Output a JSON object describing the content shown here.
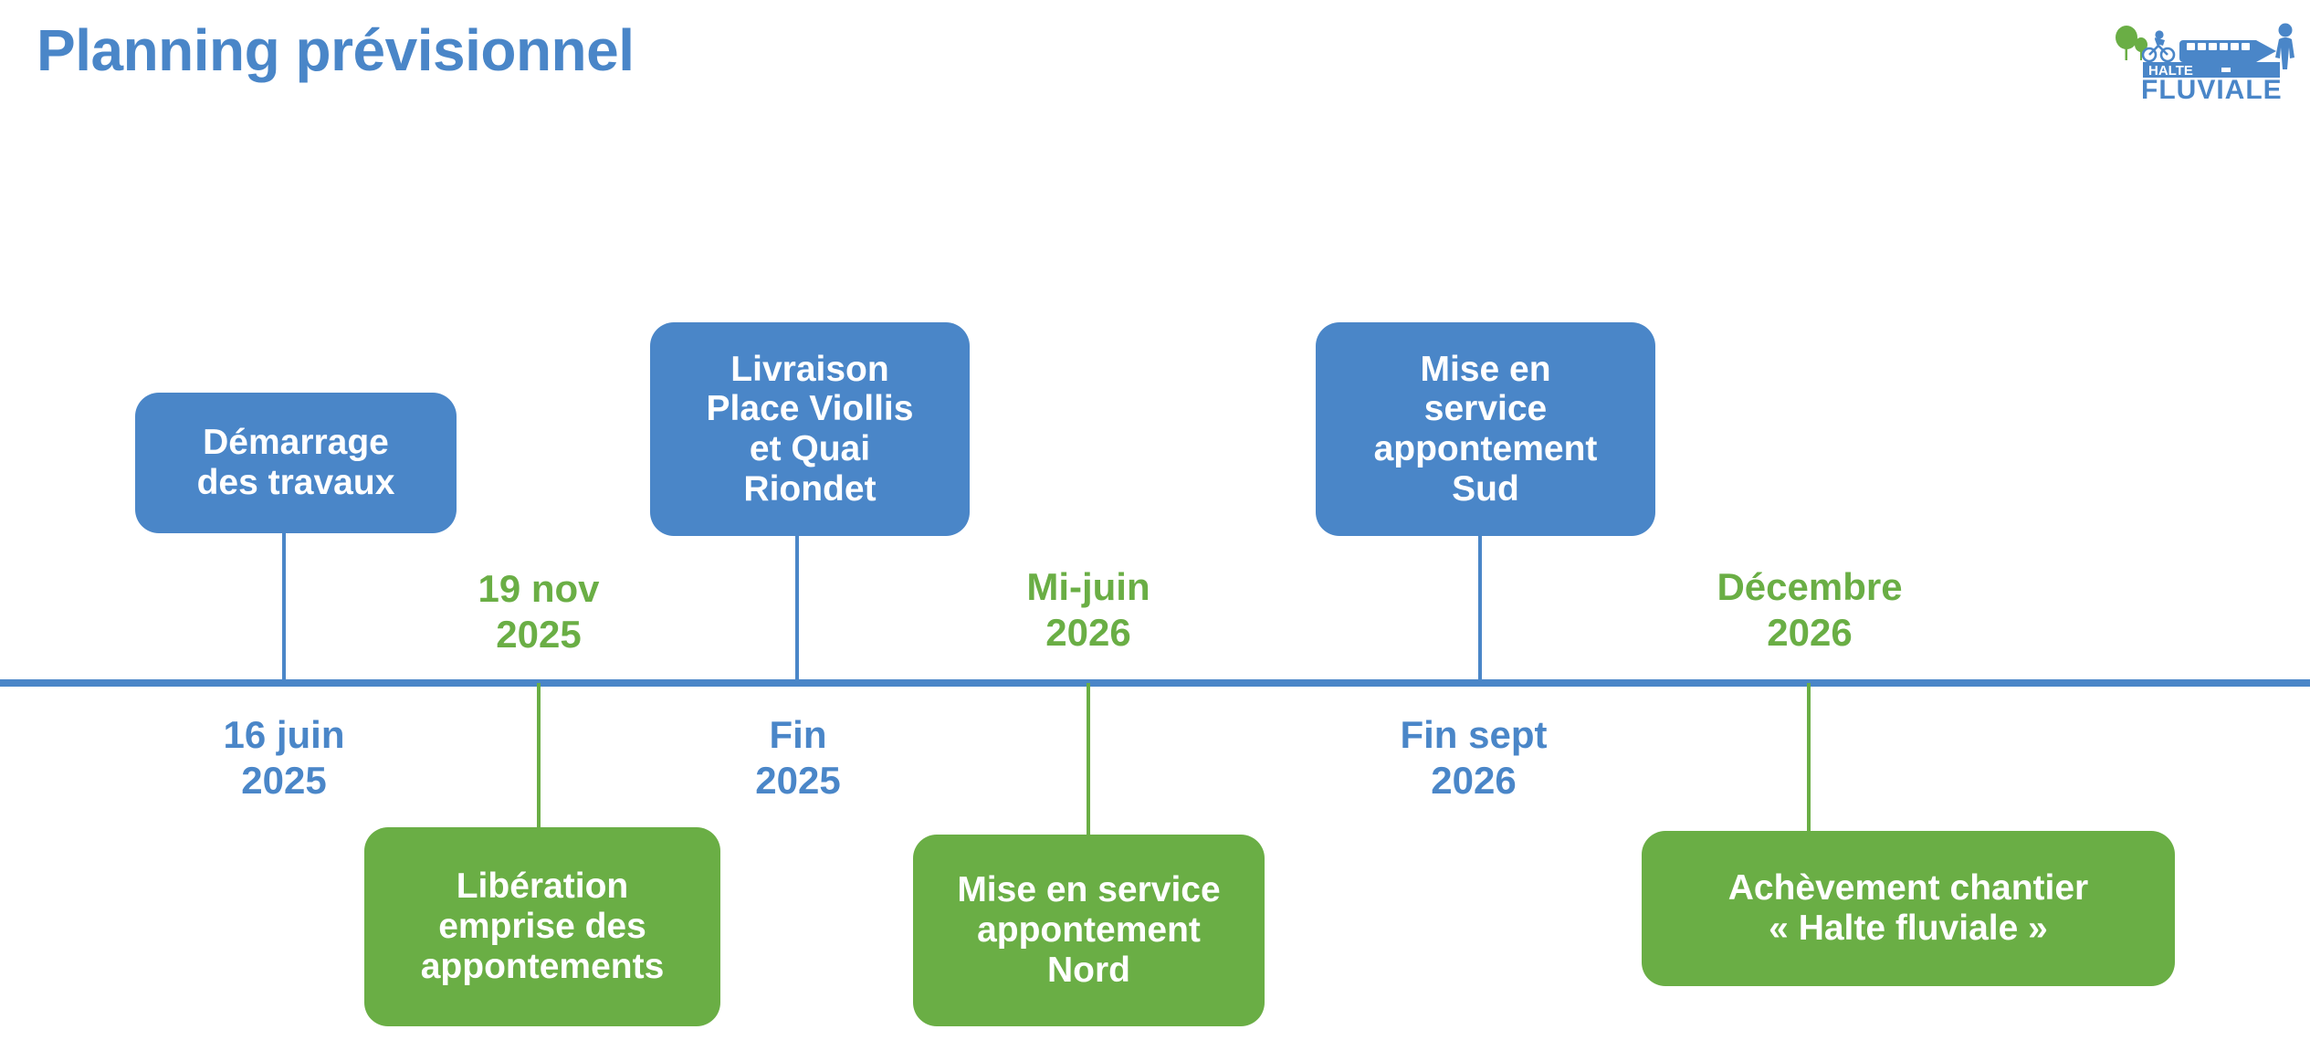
{
  "page": {
    "title": "Planning prévisionnel",
    "accent_blue": "#4a86c8",
    "accent_green": "#6aae45"
  },
  "logo": {
    "line1": "HALTE",
    "line2": "FLUVIALE",
    "icons": [
      "tree-icon",
      "cyclist-icon",
      "boat-icon",
      "pedestrian-icon"
    ]
  },
  "timeline": {
    "axis_color": "#4a86c8",
    "milestones": [
      {
        "id": "m1",
        "side": "above",
        "color": "blue",
        "box_label": "Démarrage\ndes travaux",
        "date_label": "16 juin\n2025",
        "date_color": "blue"
      },
      {
        "id": "m2",
        "side": "below",
        "color": "green",
        "box_label": "Libération\nemprise des\nappontements",
        "date_label": "19 nov\n2025",
        "date_color": "green"
      },
      {
        "id": "m3",
        "side": "above",
        "color": "blue",
        "box_label": "Livraison\nPlace Viollis\net Quai\nRiondet",
        "date_label": "Fin\n2025",
        "date_color": "blue"
      },
      {
        "id": "m4",
        "side": "below",
        "color": "green",
        "box_label": "Mise en service\nappontement\nNord",
        "date_label": "Mi-juin\n2026",
        "date_color": "green"
      },
      {
        "id": "m5",
        "side": "above",
        "color": "blue",
        "box_label": "Mise en\nservice\nappontement\nSud",
        "date_label": "Fin sept\n2026",
        "date_color": "blue"
      },
      {
        "id": "m6",
        "side": "below",
        "color": "green",
        "box_label": "Achèvement chantier\n« Halte fluviale »",
        "date_label": "Décembre\n2026",
        "date_color": "green"
      }
    ]
  }
}
